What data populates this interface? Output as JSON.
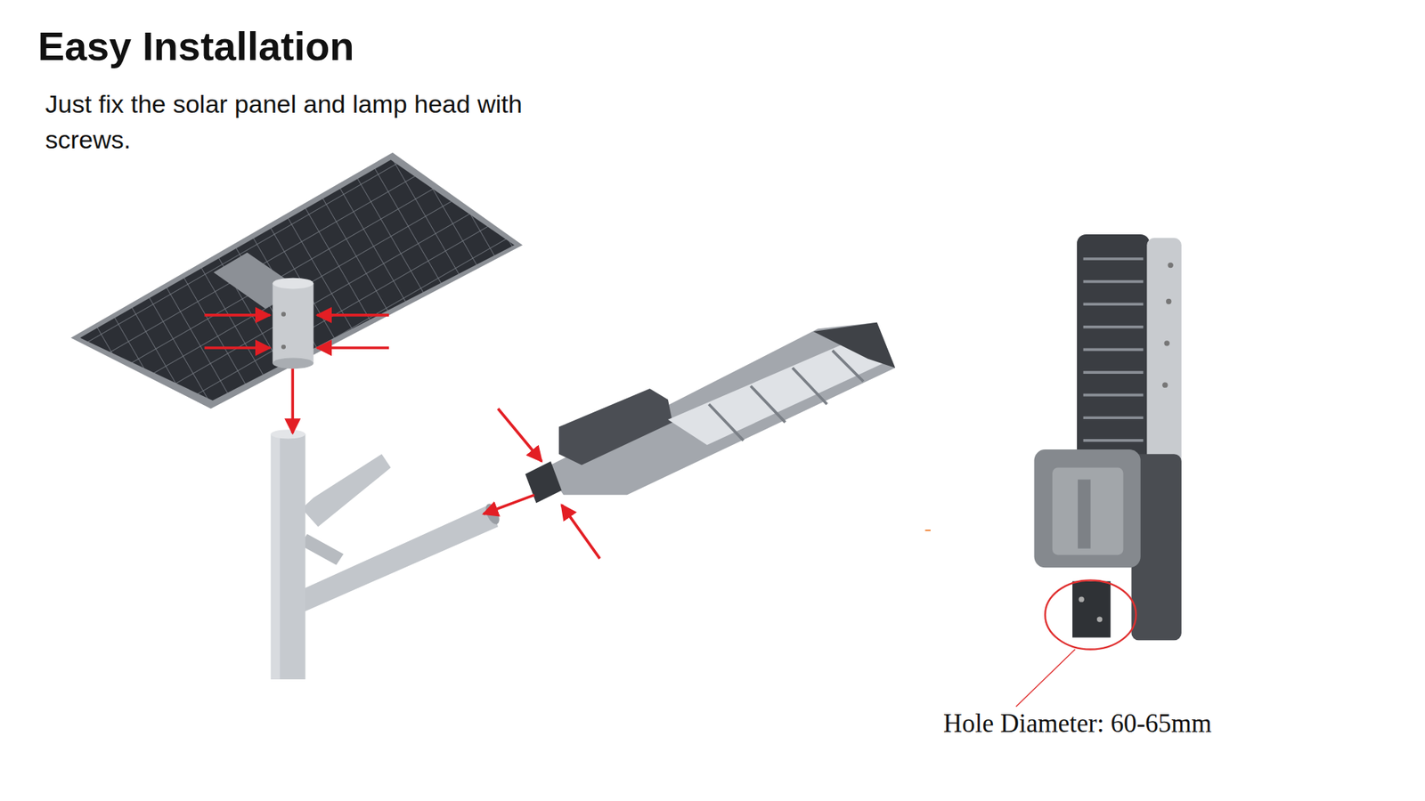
{
  "diagram": {
    "title": "Easy Installation",
    "labels": [
      "Just fix the solar panel and lamp head with screws.",
      "Hole Diameter: 60-65mm"
    ]
  }
}
